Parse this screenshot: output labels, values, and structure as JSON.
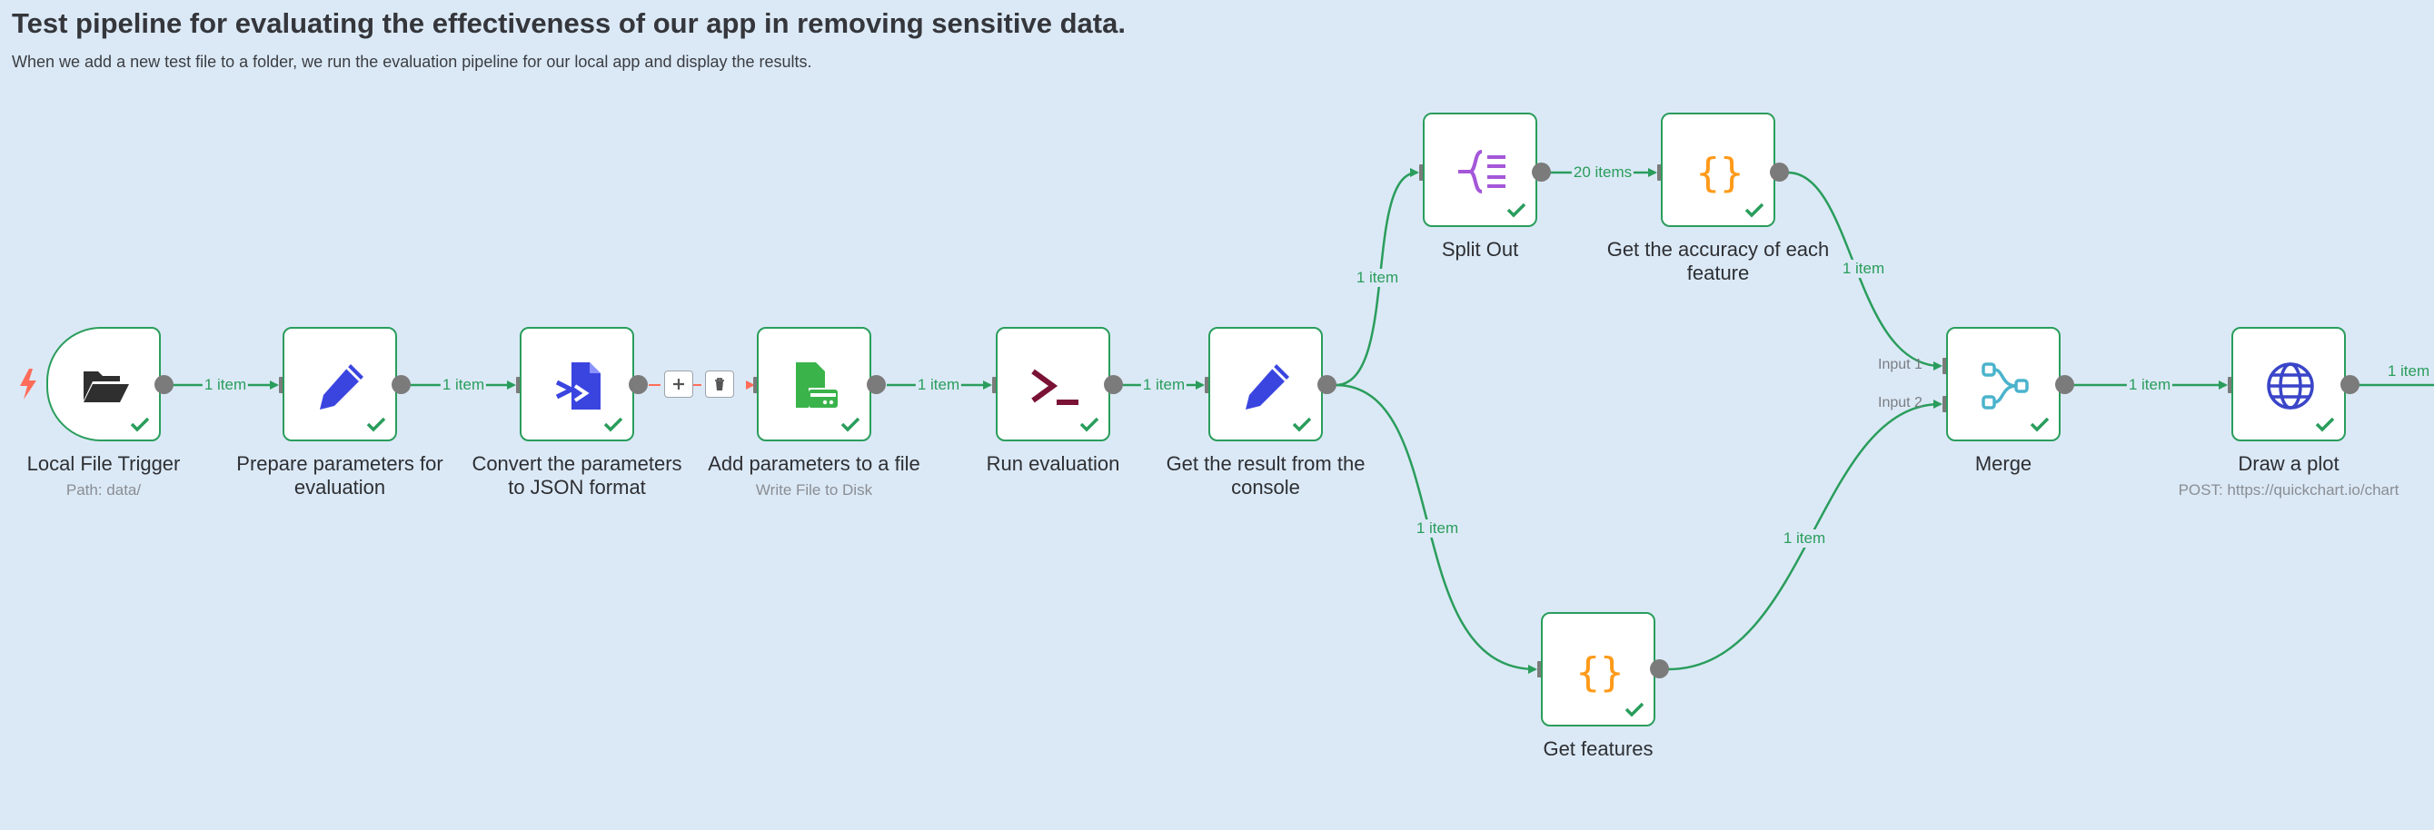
{
  "workflow": {
    "title": "Test pipeline for evaluating the effectiveness of our app in removing sensitive data.",
    "description": "When we add a new test file to a folder, we run the evaluation pipeline for our local app and display the results."
  },
  "nodes": {
    "local_file_trigger": {
      "label": "Local File Trigger",
      "subtitle": "Path: data/"
    },
    "prepare_parameters": {
      "label": "Prepare parameters for\nevaluation"
    },
    "convert_json": {
      "label": "Convert the parameters\nto JSON format"
    },
    "add_parameters_file": {
      "label": "Add parameters to a file",
      "subtitle": "Write File to Disk"
    },
    "run_evaluation": {
      "label": "Run evaluation"
    },
    "get_result_console": {
      "label": "Get the result from the\nconsole"
    },
    "split_out": {
      "label": "Split Out"
    },
    "get_accuracy": {
      "label": "Get the accuracy of each\nfeature"
    },
    "get_features": {
      "label": "Get features"
    },
    "merge": {
      "label": "Merge",
      "input1": "Input 1",
      "input2": "Input 2"
    },
    "draw_plot": {
      "label": "Draw a plot",
      "subtitle": "POST: https://quickchart.io/chart"
    }
  },
  "edges": {
    "trigger_to_prepare": "1 item",
    "prepare_to_convert": "1 item",
    "write_to_run": "1 item",
    "run_to_result": "1 item",
    "result_to_split": "1 item",
    "result_to_features": "1 item",
    "split_to_accuracy": "20 items",
    "accuracy_to_merge": "1 item",
    "features_to_merge": "1 item",
    "merge_to_plot": "1 item",
    "plot_out": "1 item"
  },
  "icons": {
    "trigger": "bolt-icon",
    "local_file_trigger": "folder-open-icon",
    "prepare_parameters": "pencil-icon",
    "convert_json": "file-import-icon",
    "add_parameters_file": "file-drive-icon",
    "run_evaluation": "terminal-icon",
    "get_result_console": "pencil-icon",
    "split_out": "split-out-icon",
    "get_accuracy": "code-braces-icon",
    "get_features": "code-braces-icon",
    "merge": "merge-icon",
    "draw_plot": "globe-icon",
    "add_button": "plus-icon",
    "delete_button": "trash-icon",
    "success": "check-icon"
  },
  "colors": {
    "canvas": "#dbe9f6",
    "success": "#2a9d5c",
    "pencil": "#3a45e0",
    "terminal": "#7a1236",
    "split": "#a457d8",
    "code": "#ff9a1a",
    "merge": "#4bb3cc",
    "globe": "#3a45c8",
    "drive": "#3ab34a",
    "trigger": "#ff6d5a",
    "port": "#7b7b7b"
  }
}
